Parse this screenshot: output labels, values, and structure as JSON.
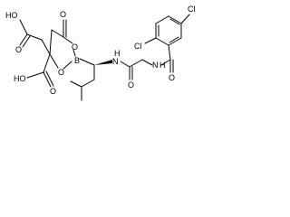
{
  "structure": {
    "atoms": {
      "ho_top": "HO",
      "o_carbonyl_ring": "O",
      "o_ring_1": "O",
      "b_ring": "B",
      "o_ring_2": "O",
      "ho_bottom": "HO",
      "o_acid_bottom": "O",
      "o_acid_top": "O",
      "nh_left": "N",
      "h_left": "H",
      "o_amide_left": "O",
      "nh_right": "N",
      "h_right": "H",
      "o_amide_right": "O",
      "cl_top": "Cl",
      "cl_left": "Cl"
    }
  }
}
